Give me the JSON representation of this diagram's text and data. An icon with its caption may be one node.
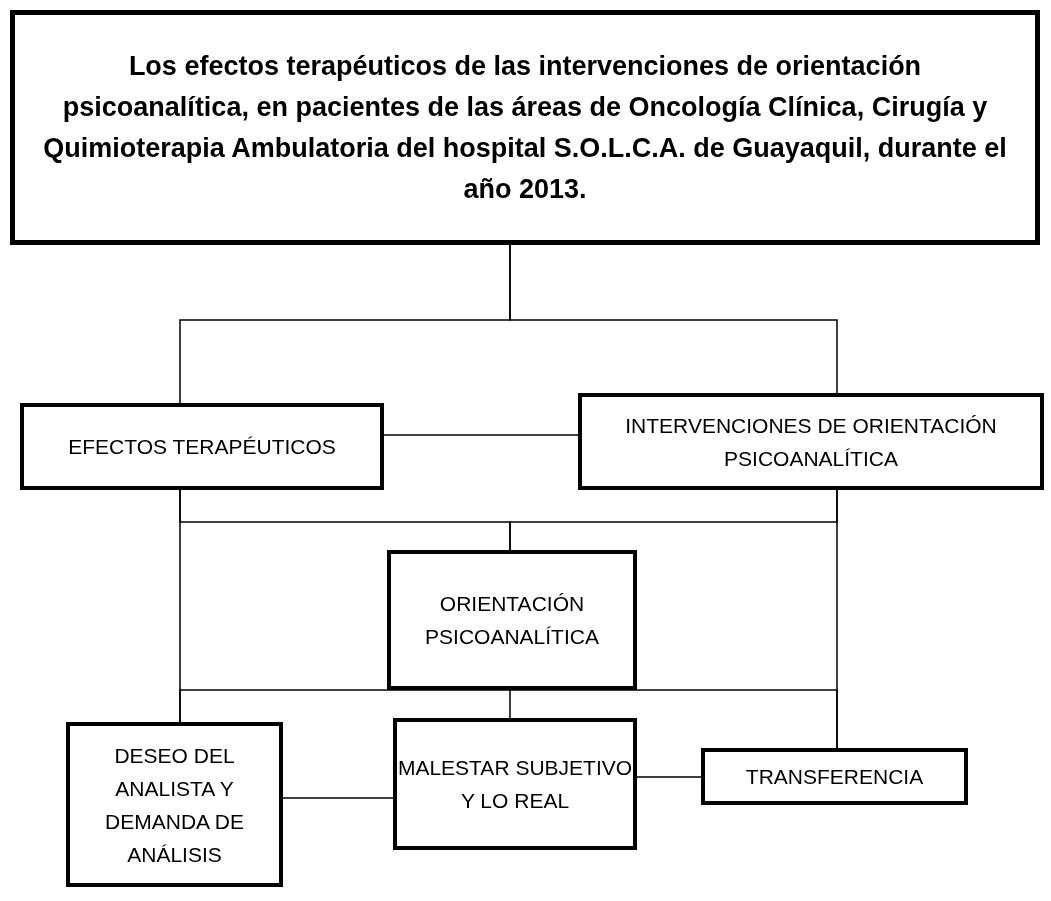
{
  "diagram": {
    "nodes": [
      {
        "text": [
          "Los efectos terapéuticos de las intervenciones de  orientación psicoanalítica, en pacientes de las áreas de Oncología Clínica, Cirugía y Quimioterapia Ambulatoria del hospital S.O.L.C.A. de Guayaquil, durante el año 2013."
        ]
      },
      {
        "text": [
          "EFECTOS TERAPÉUTICOS"
        ]
      },
      {
        "text": [
          "INTERVENCIONES DE ORIENTACIÓN PSICOANALÍTICA"
        ]
      },
      {
        "text": [
          "ORIENTACIÓN PSICOANALÍTICA"
        ]
      },
      {
        "text": [
          "DESEO DEL ANALISTA Y DEMANDA DE ANÁLISIS"
        ]
      },
      {
        "text": [
          "MALESTAR SUBJETIVO Y LO REAL"
        ]
      },
      {
        "text": [
          "TRANSFERENCIA"
        ]
      }
    ],
    "edges": [
      {
        "from": 0,
        "to": 1,
        "arrow": "none"
      },
      {
        "from": 0,
        "to": 2,
        "arrow": "none"
      },
      {
        "from": 1,
        "to": 2,
        "arrow": "none"
      },
      {
        "from": 1,
        "to": 3,
        "arrow": "none"
      },
      {
        "from": 2,
        "to": 3,
        "arrow": "none"
      },
      {
        "from": 1,
        "to": 4,
        "arrow": "none"
      },
      {
        "from": 2,
        "to": 6,
        "arrow": "none"
      },
      {
        "from": 3,
        "to": 5,
        "arrow": "none"
      },
      {
        "from": 3,
        "to": 4,
        "arrow": "none"
      },
      {
        "from": 3,
        "to": 6,
        "arrow": "none"
      },
      {
        "from": 4,
        "to": 5,
        "arrow": "none"
      },
      {
        "from": 5,
        "to": 6,
        "arrow": "none"
      }
    ]
  }
}
